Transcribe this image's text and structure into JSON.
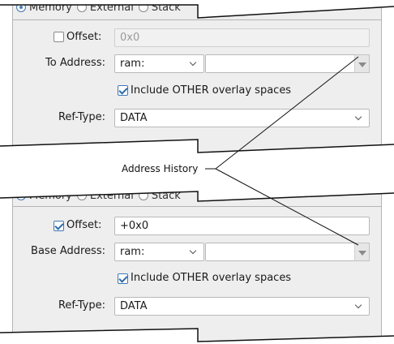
{
  "top_panel": {
    "radio_options": [
      "Memory",
      "External",
      "Stack"
    ],
    "offset": {
      "label": "Offset:",
      "checked": false,
      "value": "0x0",
      "enabled": false
    },
    "to_address": {
      "label": "To Address:",
      "space": "ram:",
      "address": ""
    },
    "include_overlay": {
      "label": "Include OTHER overlay spaces",
      "checked": true
    },
    "ref_type": {
      "label": "Ref-Type:",
      "value": "DATA"
    }
  },
  "bottom_panel": {
    "radio_options": [
      "Memory",
      "External",
      "Stack"
    ],
    "offset": {
      "label": "Offset:",
      "checked": true,
      "value": "+0x0",
      "enabled": true
    },
    "base_address": {
      "label": "Base Address:",
      "space": "ram:",
      "address": ""
    },
    "include_overlay": {
      "label": "Include OTHER overlay spaces",
      "checked": true
    },
    "ref_type": {
      "label": "Ref-Type:",
      "value": "DATA"
    }
  },
  "callout": {
    "label": "Address History"
  }
}
